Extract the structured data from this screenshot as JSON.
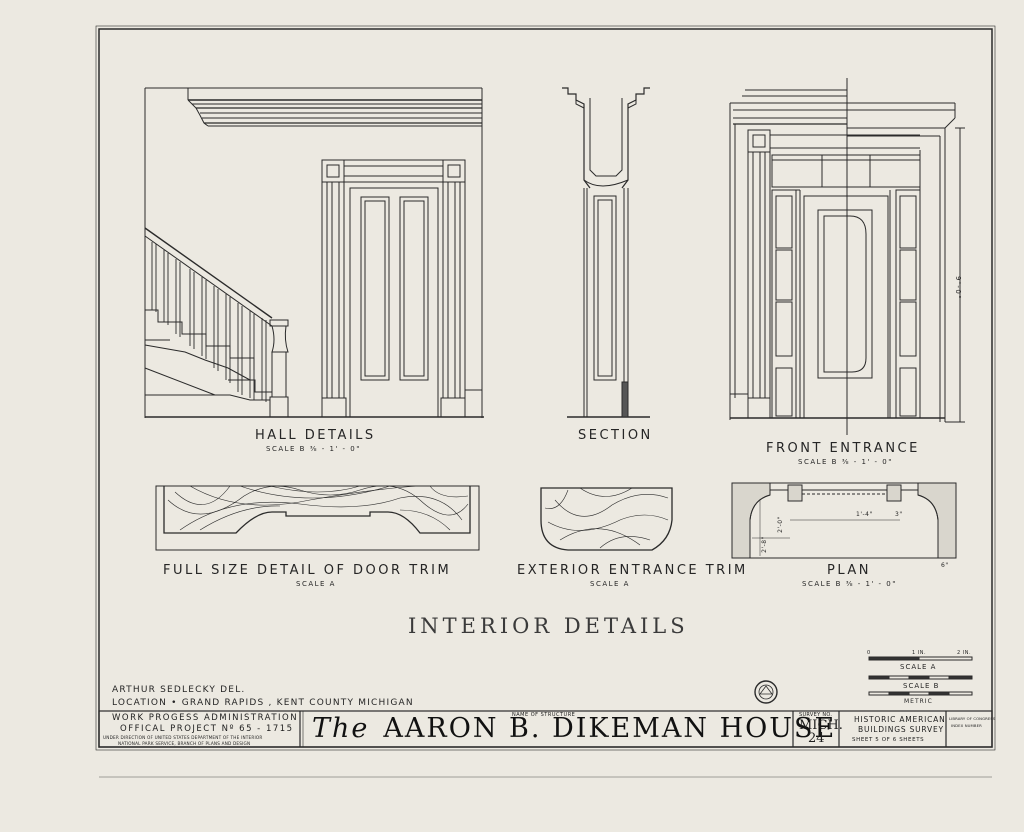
{
  "drawings": {
    "hall": {
      "caption": "HALL DETAILS",
      "scale": "SCALE B  ⅜ - 1' - 0\""
    },
    "section": {
      "caption": "SECTION"
    },
    "front": {
      "caption": "FRONT  ENTRANCE",
      "scale": "SCALE  B  ⅜ - 1' - 0\"",
      "dim": "9'-0\""
    },
    "door_trim": {
      "caption": "FULL  SIZE  DETAIL  OF  DOOR  TRIM",
      "scale": "SCALE  A"
    },
    "ext_trim": {
      "caption": "EXTERIOR  ENTRANCE  TRIM",
      "scale": "SCALE  A"
    },
    "plan": {
      "caption": "PLAN",
      "scale": "SCALE  B  ⅜ - 1' - 0\"",
      "dims": [
        "1'-4\"",
        "3\"",
        "2'-0\"",
        "2'-8\"",
        "6\""
      ]
    }
  },
  "sheet_title": "INTERIOR  DETAILS",
  "scales": {
    "a": "SCALE A",
    "b": "SCALE B",
    "metric": "METRIC",
    "a_left": "0",
    "a_mid": "1 IN.",
    "a_right": "2 IN."
  },
  "credits": {
    "delineator": "ARTHUR  SEDLECKY   DEL.",
    "location": "LOCATION  •  GRAND RAPIDS ,  KENT COUNTY  MICHIGAN"
  },
  "title_block": {
    "agency_1": "WORK  PROGESS  ADMINISTRATION",
    "agency_2": "OFFICAL  PROJECT   Nº  65 - 1715",
    "agency_3": "UNDER DIRECTION OF UNITED STATES DEPARTMENT OF THE INTERIOR",
    "agency_4": "NATIONAL PARK SERVICE, BRANCH OF PLANS AND DESIGN",
    "name_label": "NAME OF STRUCTURE",
    "the": "The",
    "structure_name": "AARON  B. DIKEMAN  HOUSE",
    "survey_label": "SURVEY NO.",
    "survey_state": "MICH.",
    "survey_no": "24",
    "habs_1": "HISTORIC  AMERICAN",
    "habs_2": "BUILDINGS  SURVEY",
    "sheet": "SHEET  5  OF  6  SHEETS",
    "lib_1": "LIBRARY OF CONGRESS",
    "lib_2": "INDEX NUMBER"
  }
}
